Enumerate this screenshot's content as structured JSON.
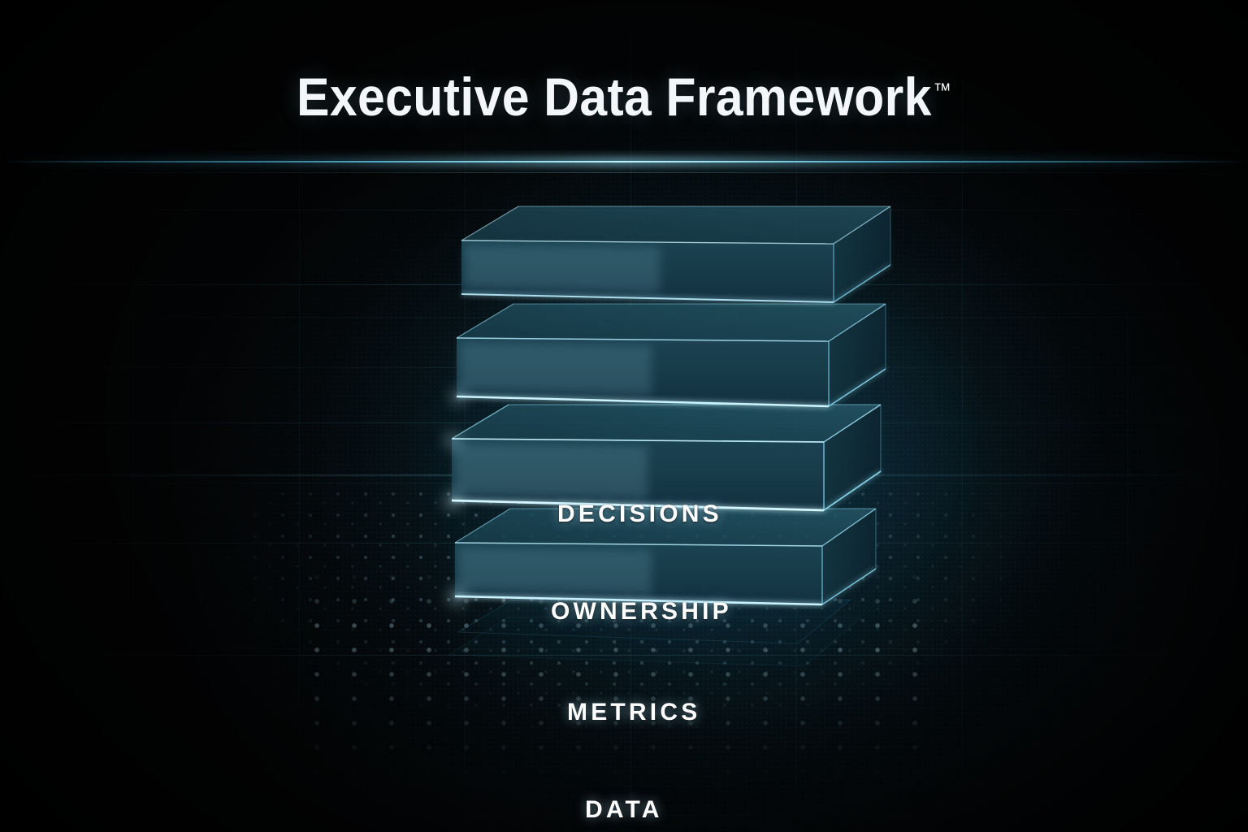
{
  "header": {
    "title": "Executive Data Framework",
    "trademark": "™"
  },
  "diagram": {
    "type": "layered-stack",
    "orientation": "bottom-to-top",
    "layers": [
      {
        "label": "DECISIONS",
        "level": 4,
        "position": "top"
      },
      {
        "label": "OWNERSHIP",
        "level": 3,
        "position": "upper-middle"
      },
      {
        "label": "METRICS",
        "level": 2,
        "position": "lower-middle"
      },
      {
        "label": "DATA",
        "level": 1,
        "position": "bottom"
      }
    ]
  },
  "colors": {
    "background": "#030405",
    "slab_face": "#173a47",
    "slab_top": "#1d4553",
    "slab_side": "#102b36",
    "edge_glow": "#6fd9f5",
    "edge_bright": "#bdf2ff",
    "title_text": "#f4f7f9",
    "label_text": "#ffffff",
    "accent": "#4fc3e8"
  }
}
